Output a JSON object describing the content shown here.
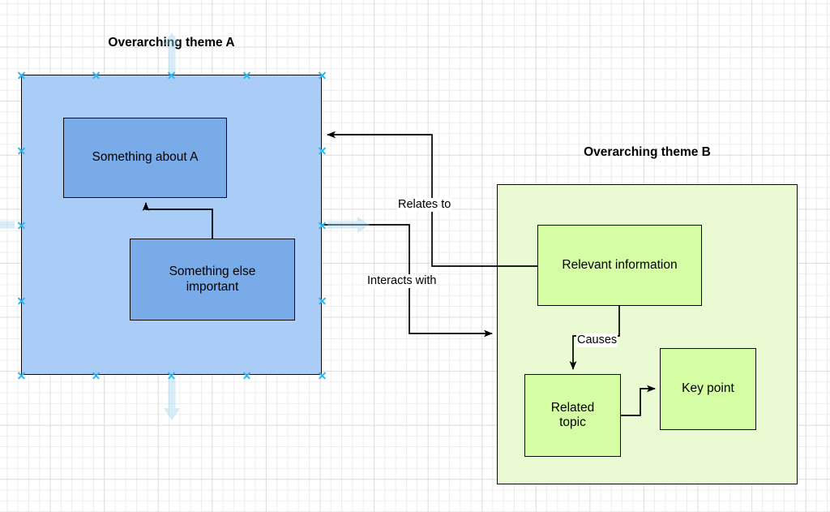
{
  "canvas": {
    "grid": "on",
    "background_color": "#ffffff",
    "grid_minor_color": "#ebebeb",
    "grid_major_color": "#d2d2d2"
  },
  "groups": [
    {
      "id": "theme-a",
      "title": "Overarching theme A",
      "fill_color": "#a9cdf7",
      "stroke_color": "#0a0a0a",
      "selected": true
    },
    {
      "id": "theme-b",
      "title": "Overarching theme B",
      "fill_color": "#eafbd4",
      "stroke_color": "#0a0a0a",
      "selected": false
    }
  ],
  "nodes": {
    "something_about_a": "Something about A",
    "something_else_important": "Something else\nimportant",
    "something_else_important_line1": "Something else",
    "something_else_important_line2": "important",
    "relevant_information": "Relevant information",
    "related_topic_line1": "Related",
    "related_topic_line2": "topic",
    "key_point": "Key point"
  },
  "node_colors": {
    "blue_inner_fill": "#7aabe9",
    "green_inner_fill": "#d5fda4"
  },
  "edge_labels": {
    "relates_to": "Relates to",
    "interacts_with": "Interacts with",
    "causes": "Causes"
  },
  "selection": {
    "handle_color": "#29b6f6",
    "handle_glyph": "x",
    "direction_arrow_color": "#c9e6fb"
  }
}
